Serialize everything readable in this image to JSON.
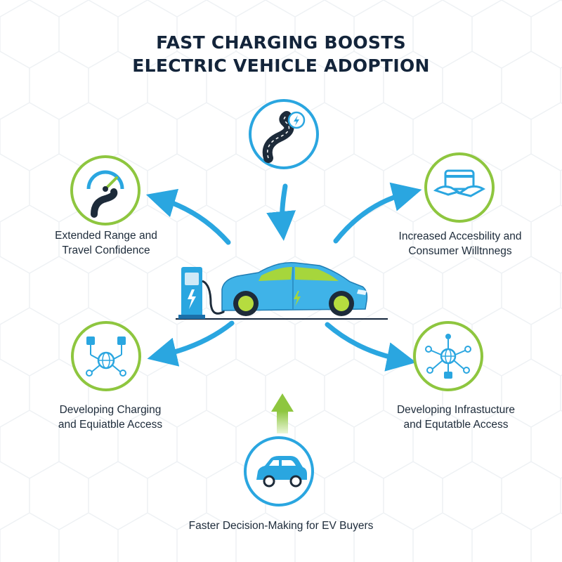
{
  "title": {
    "line1": "FAST CHARGING BOOSTS",
    "line2": "ELECTRIC VEHICLE ADOPTION"
  },
  "colors": {
    "accent_blue": "#2aa6e0",
    "accent_green": "#8ec63f",
    "dark_navy": "#13243a"
  },
  "nodes": {
    "top": {
      "icon": "winding-road-icon"
    },
    "top_left": {
      "icon": "speedometer-road-icon",
      "line1": "Extended Range and",
      "line2": "Travel Confidence"
    },
    "top_right": {
      "icon": "hands-card-icon",
      "line1": "Increased Accesbility and",
      "line2": "Consumer Willtnnegs"
    },
    "bottom_left": {
      "icon": "charging-network-icon",
      "line1": "Developing Charging",
      "line2": "and Equiatble Access"
    },
    "bottom_right": {
      "icon": "infrastructure-network-icon",
      "line1": "Developing Infrastucture",
      "line2": "and Equtatble Access"
    },
    "bottom": {
      "icon": "car-icon",
      "line1": "Faster Decision-Making for EV Buyers"
    }
  },
  "center": {
    "icon": "ev-charging-car-icon"
  }
}
